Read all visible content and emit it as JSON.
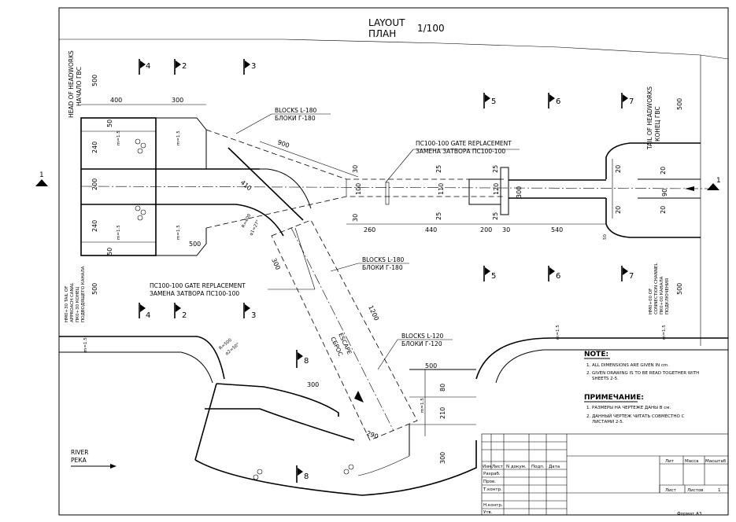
{
  "title": {
    "line1": "LAYOUT",
    "line2": "ПЛАН",
    "scale": "1/100"
  },
  "section_marks": {
    "s1": "1"
  },
  "markers": {
    "m2": "2",
    "m3": "3",
    "m4": "4",
    "m5": "5",
    "m6": "6",
    "m7": "7",
    "m8": "8"
  },
  "dimensions": {
    "d400": "400",
    "d300": "300",
    "d500": "500",
    "d240": "240",
    "d200": "200",
    "d50": "50",
    "d900": "900",
    "d410": "410",
    "d30": "30",
    "d25": "25",
    "d110": "110",
    "d100": "100",
    "d120": "120",
    "d260": "260",
    "d440": "440",
    "d540": "540",
    "d90": "90",
    "d20": "20",
    "d1200": "1200",
    "d80": "80",
    "d210": "210",
    "d290": "290",
    "m15": "m=1.5",
    "r400": "R=400",
    "a27": "α1=27°",
    "r500": "R=500",
    "a50": "α2=50°"
  },
  "labels": {
    "blocks180_en": "BLOCKS L-180",
    "blocks180_ru": "БЛОКИ Г-180",
    "gate_en": "ПС100-100 GATE REPLACEMENT",
    "gate_ru": "ЗАМЕНА ЗАТВОРА ПС100-100",
    "blocks120_en": "BLOCKS L-120",
    "blocks120_ru": "БЛОКИ Г-120",
    "escape_en": "ESCAPE",
    "escape_ru": "СБРОС",
    "river_en": "RIVER",
    "river_ru": "РЕКА",
    "head_en": "HEAD OF HEADWORKS",
    "head_ru": "НАЧАЛО ГВС",
    "tail_en": "TAIL OF HEADWORKS",
    "tail_ru": "КОНЕЦ ГВС",
    "left_en1": "HM0+30 TAIL OF",
    "left_en2": "APPROACH CANAL",
    "left_ru1": "ПК0+30 КОНЕЦ",
    "left_ru2": "ПОДВОДЯЩЕГО КАНАЛА",
    "right_en1": "HM0+00 OF",
    "right_en2": "CONNECTION CHANNEL",
    "right_ru1": "ПК0+00 КАНАЛА",
    "right_ru2": "ПОДКЛЮЧЕНИЯ"
  },
  "notes": {
    "note_title": "NOTE:",
    "note1": "1. ALL DIMENSIONS ARE GIVEN IN cm.",
    "note2a": "2. GIVEN DRAWING IS TO BE READ TOGETHER WITH",
    "note2b": "SHEETS 2-5.",
    "prim_title": "ПРИМЕЧАНИЕ:",
    "prim1": "1. РАЗМЕРЫ НА ЧЕРТЕЖЕ ДАНЫ В см.",
    "prim2a": "2. ДАННЫЙ ЧЕРТЕЖ ЧИТАТЬ СОВМЕСТНО С",
    "prim2b": "ЛИСТАМИ 2-5."
  },
  "title_block": {
    "izm": "Изм.",
    "list": "Лист",
    "ndoc": "N докум.",
    "podp": "Подп.",
    "data": "Дата",
    "razrab": "Разраб.",
    "prov": "Пров.",
    "tkontr": "Т.контр.",
    "nkontr": "Н.контр.",
    "utv": "Утв.",
    "lit": "Лит",
    "massa": "Масса",
    "masshtab": "Масштаб",
    "list2": "Лист",
    "listov": "Листов",
    "listov_val": "1",
    "format": "Формат А3"
  }
}
